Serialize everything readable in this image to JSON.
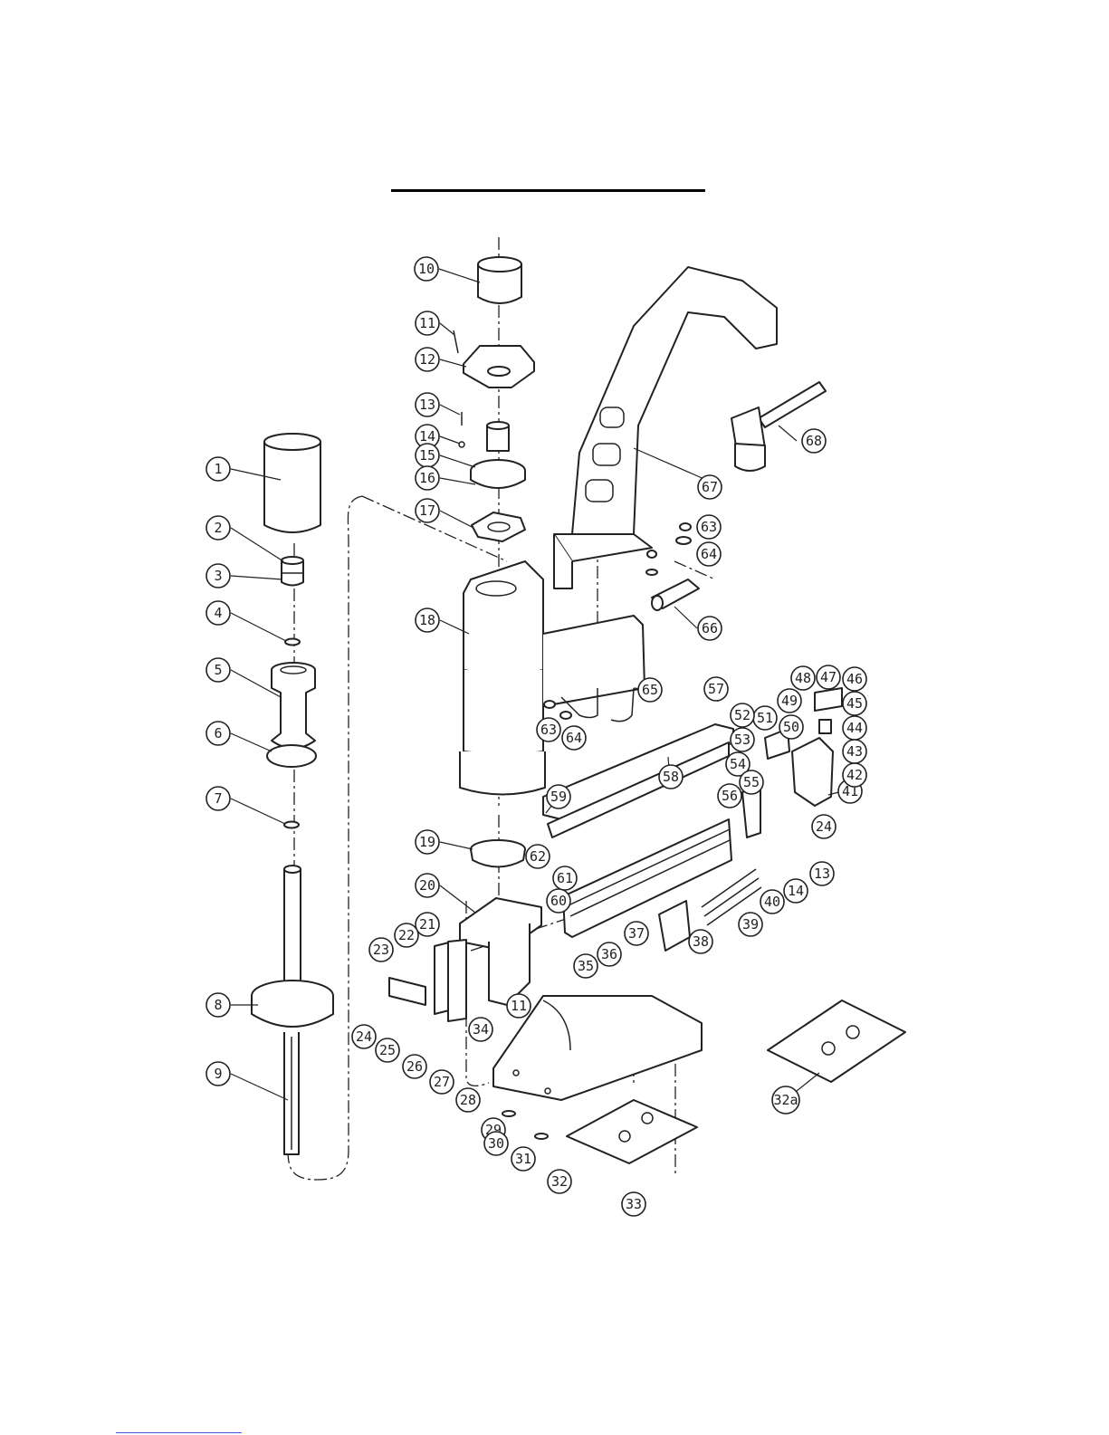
{
  "colors": {
    "line": "#222222",
    "title_rule": "#000000",
    "footer_link": "#3b5bd9",
    "background": "#ffffff"
  },
  "balloons": [
    "1",
    "2",
    "3",
    "4",
    "5",
    "6",
    "7",
    "8",
    "9",
    "10",
    "11",
    "12",
    "13",
    "14",
    "15",
    "16",
    "17",
    "18",
    "19",
    "20",
    "21",
    "22",
    "23",
    "24",
    "25",
    "26",
    "27",
    "28",
    "29",
    "30",
    "31",
    "32",
    "33",
    "34",
    "35",
    "36",
    "37",
    "38",
    "39",
    "40",
    "11",
    "24",
    "14",
    "13",
    "41",
    "42",
    "43",
    "44",
    "45",
    "46",
    "47",
    "48",
    "49",
    "50",
    "51",
    "52",
    "53",
    "54",
    "55",
    "56",
    "57",
    "58",
    "59",
    "60",
    "61",
    "62",
    "63",
    "64",
    "63",
    "64",
    "65",
    "66",
    "67",
    "68",
    "32a"
  ]
}
